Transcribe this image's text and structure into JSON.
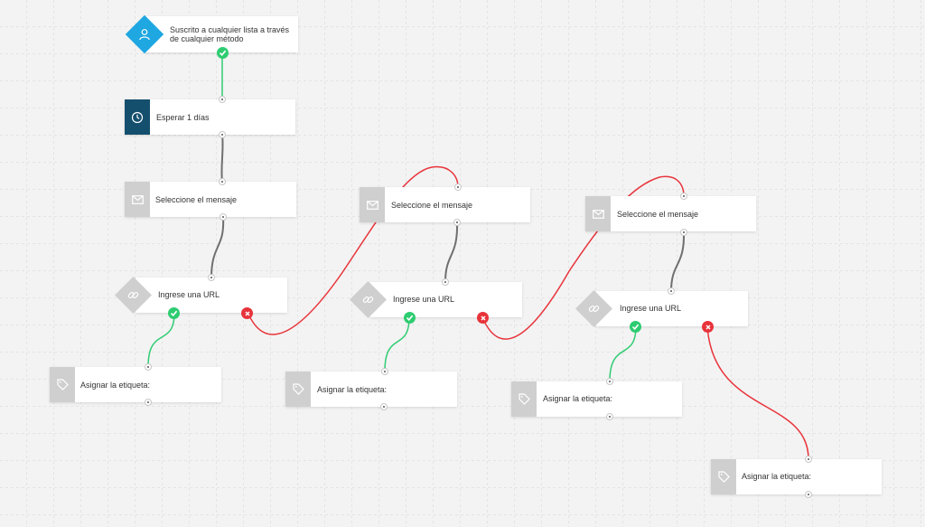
{
  "colors": {
    "canvas_bg": "#f3f3f3",
    "trigger_accent": "#1ea7e1",
    "wait_accent": "#154f6e",
    "neutral_icon_bg": "#cfcfcf",
    "success": "#2ecc71",
    "failure": "#e8333a",
    "neutral_wire": "#6f6f6f"
  },
  "trigger": {
    "icon": "user-icon",
    "label_line1": "Suscrito a cualquier lista a través",
    "label_line2": "de cualquier método"
  },
  "wait": {
    "icon": "clock-icon",
    "label": "Esperar 1 días"
  },
  "messages": [
    {
      "icon": "envelope-icon",
      "label": "Seleccione el mensaje"
    },
    {
      "icon": "envelope-icon",
      "label": "Seleccione el mensaje"
    },
    {
      "icon": "envelope-icon",
      "label": "Seleccione el mensaje"
    }
  ],
  "url_conditions": [
    {
      "icon": "link-icon",
      "label": "Ingrese una URL"
    },
    {
      "icon": "link-icon",
      "label": "Ingrese una URL"
    },
    {
      "icon": "link-icon",
      "label": "Ingrese una URL"
    }
  ],
  "tags": [
    {
      "icon": "tag-icon",
      "label": "Asignar la etiqueta:"
    },
    {
      "icon": "tag-icon",
      "label": "Asignar la etiqueta:"
    },
    {
      "icon": "tag-icon",
      "label": "Asignar la etiqueta:"
    },
    {
      "icon": "tag-icon",
      "label": "Asignar la etiqueta:"
    }
  ]
}
